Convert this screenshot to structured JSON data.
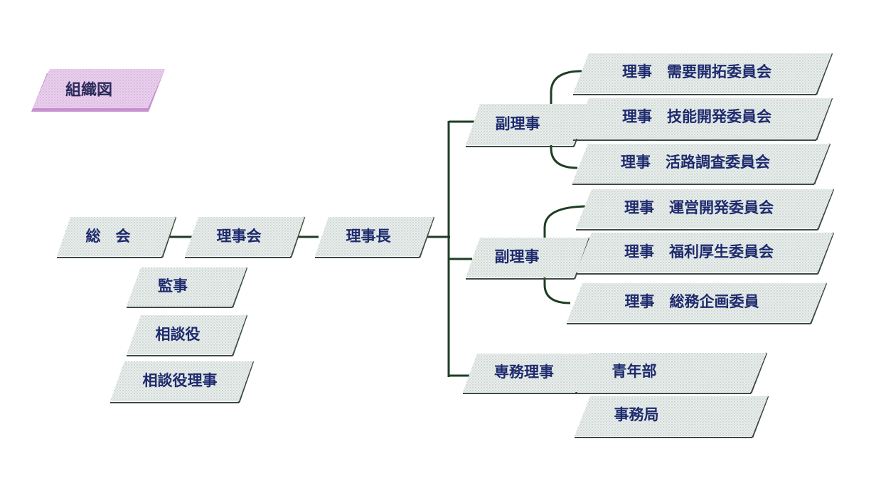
{
  "title": "組織図",
  "nodes": {
    "soukai": "総　会",
    "rijikai": "理事会",
    "rijichou": "理事長",
    "kanji": "監事",
    "soudanyaku": "相談役",
    "soudanyaku_riji": "相談役理事",
    "fukuriji_1": "副理事",
    "fukuriji_2": "副理事",
    "senmu_riji": "専務理事",
    "committee_1": "理事　需要開拓委員会",
    "committee_2": "理事　技能開発委員会",
    "committee_3": "理事　活路調査委員会",
    "committee_4": "理事　運営開発委員会",
    "committee_5": "理事　福利厚生委員会",
    "committee_6": "理事　総務企画委員",
    "seinenbu": "青年部",
    "jimukyoku": "事務局"
  },
  "colors": {
    "box_fill": "#e8eeec",
    "box_dot": "#9aa8a4",
    "box_shadow": "#3b4a40",
    "connector": "#1f3d24",
    "text": "#1e2a6e",
    "title_fill": "#e6c8ea"
  }
}
